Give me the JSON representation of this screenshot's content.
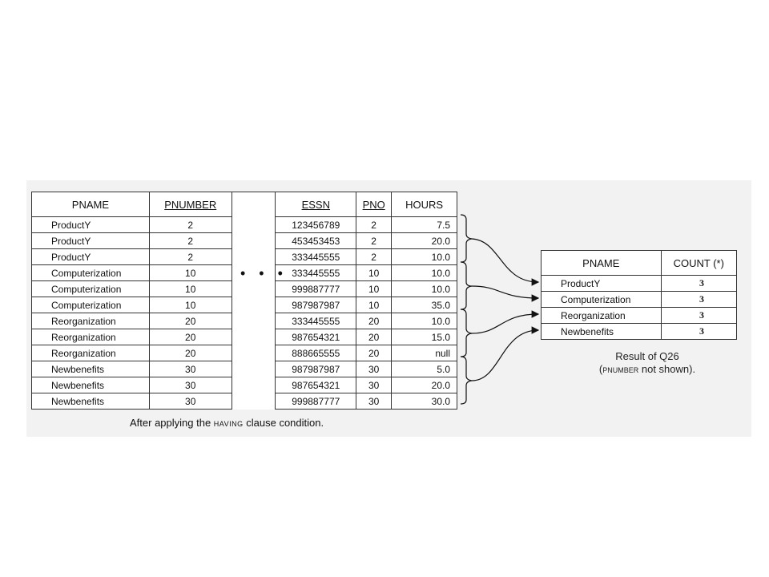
{
  "main_table": {
    "headers": [
      "PNAME",
      "PNUMBER",
      "ESSN",
      "PNO",
      "HOURS"
    ],
    "rows": [
      [
        "ProductY",
        "2",
        "123456789",
        "2",
        "7.5"
      ],
      [
        "ProductY",
        "2",
        "453453453",
        "2",
        "20.0"
      ],
      [
        "ProductY",
        "2",
        "333445555",
        "2",
        "10.0"
      ],
      [
        "Computerization",
        "10",
        "333445555",
        "10",
        "10.0"
      ],
      [
        "Computerization",
        "10",
        "999887777",
        "10",
        "10.0"
      ],
      [
        "Computerization",
        "10",
        "987987987",
        "10",
        "35.0"
      ],
      [
        "Reorganization",
        "20",
        "333445555",
        "20",
        "10.0"
      ],
      [
        "Reorganization",
        "20",
        "987654321",
        "20",
        "15.0"
      ],
      [
        "Reorganization",
        "20",
        "888665555",
        "20",
        "null"
      ],
      [
        "Newbenefits",
        "30",
        "987987987",
        "30",
        "5.0"
      ],
      [
        "Newbenefits",
        "30",
        "987654321",
        "30",
        "20.0"
      ],
      [
        "Newbenefits",
        "30",
        "999887777",
        "30",
        "30.0"
      ]
    ],
    "ellipsis": "• • •"
  },
  "caption": {
    "before": "After applying the ",
    "keyword": "HAVING",
    "after": " clause condition."
  },
  "result_table": {
    "headers": [
      "PNAME",
      "COUNT (*)"
    ],
    "rows": [
      [
        "ProductY",
        "3"
      ],
      [
        "Computerization",
        "3"
      ],
      [
        "Reorganization",
        "3"
      ],
      [
        "Newbenefits",
        "3"
      ]
    ]
  },
  "result_caption": {
    "line1": "Result of Q26",
    "open": "(",
    "keyword": "PNUMBER",
    "close": " not shown)."
  }
}
